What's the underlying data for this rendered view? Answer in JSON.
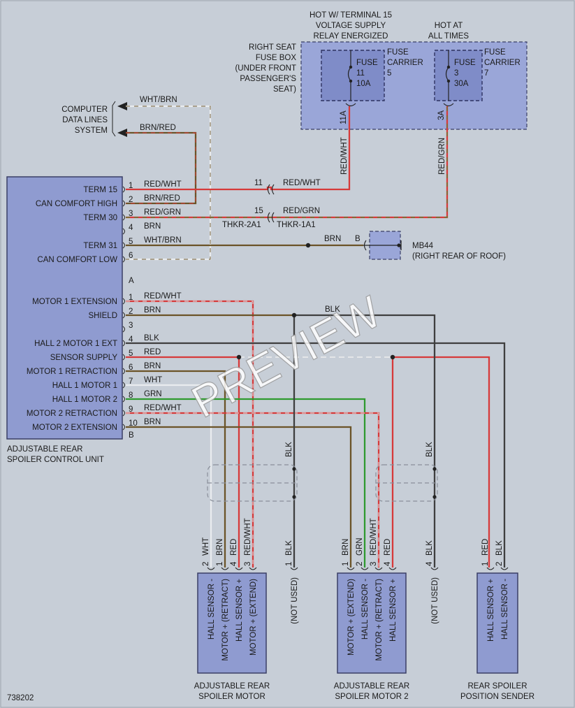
{
  "header": {
    "hot_t15": [
      "HOT W/ TERMINAL 15",
      "VOLTAGE SUPPLY",
      "RELAY ENERGIZED"
    ],
    "hot_all": [
      "HOT AT",
      "ALL TIMES"
    ]
  },
  "fuse_box": {
    "label": [
      "RIGHT SEAT",
      "FUSE BOX",
      "(UNDER FRONT",
      "PASSENGER'S",
      "SEAT)"
    ],
    "fuse1": {
      "lines": [
        "FUSE",
        "11",
        "10A"
      ],
      "carrier": [
        "FUSE",
        "CARRIER",
        "5"
      ],
      "pin": "11A"
    },
    "fuse2": {
      "lines": [
        "FUSE",
        "3",
        "30A"
      ],
      "carrier": [
        "FUSE",
        "CARRIER",
        "7"
      ],
      "pin": "3A"
    }
  },
  "data_lines": {
    "label": [
      "COMPUTER",
      "DATA LINES",
      "SYSTEM"
    ],
    "wire1": "WHT/BRN",
    "wire2": "BRN/RED"
  },
  "vertical_wires": {
    "fuse1": "RED/WHT",
    "fuse2": "RED/GRN"
  },
  "connectors": {
    "c1_pin": "11",
    "c1_wire": "RED/WHT",
    "c2_pin": "15",
    "c2_wire": "RED/GRN",
    "left_conn": "THKR-2A1",
    "right_conn": "THKR-1A1",
    "ground_wire": "BRN",
    "ground_pin": "B",
    "ground": [
      "MB44",
      "(RIGHT REAR OF ROOF)"
    ]
  },
  "control_unit": {
    "name": [
      "ADJUSTABLE REAR",
      "SPOILER CONTROL UNIT"
    ],
    "connA": {
      "terminals": [
        "TERM 15",
        "CAN COMFORT HIGH",
        "TERM 30",
        "",
        "TERM 31",
        "CAN COMFORT LOW"
      ],
      "pins": [
        "1",
        "2",
        "3",
        "4",
        "5",
        "6"
      ],
      "wires": [
        "RED/WHT",
        "BRN/RED",
        "RED/GRN",
        "BRN",
        "WHT/BRN",
        ""
      ],
      "letter": "A"
    },
    "connB": {
      "terminals": [
        "MOTOR 1 EXTENSION",
        "SHIELD",
        "",
        "HALL 2 MOTOR 1 EXT",
        "SENSOR SUPPLY",
        "MOTOR 1 RETRACTION",
        "HALL 1 MOTOR 1",
        "HALL 1 MOTOR 2",
        "MOTOR 2 RETRACTION",
        "MOTOR 2 EXTENSION"
      ],
      "pins": [
        "1",
        "2",
        "3",
        "4",
        "5",
        "6",
        "7",
        "8",
        "9",
        "10"
      ],
      "wires": [
        "RED/WHT",
        "BRN",
        "",
        "BLK",
        "RED",
        "BRN",
        "WHT",
        "GRN",
        "RED/WHT",
        "BRN"
      ],
      "letter": "B"
    }
  },
  "shield_wires": {
    "top": "BLK",
    "left_mid": "BLK",
    "right_mid": "BLK"
  },
  "motor1": {
    "name": [
      "ADJUSTABLE REAR",
      "SPOILER MOTOR"
    ],
    "pins": [
      "2",
      "1",
      "4",
      "3"
    ],
    "wires": [
      "WHT",
      "BRN",
      "RED",
      "RED/WHT"
    ],
    "labels": [
      "HALL SENSOR -",
      "MOTOR + (RETRACT)",
      "HALL SENSOR +",
      "MOTOR + (EXTEND)"
    ],
    "unused_pin": "1",
    "unused_wire": "BLK",
    "unused_label": "(NOT USED)"
  },
  "motor2": {
    "name": [
      "ADJUSTABLE REAR",
      "SPOILER MOTOR 2"
    ],
    "pins": [
      "1",
      "2",
      "3",
      "4"
    ],
    "wires": [
      "BRN",
      "GRN",
      "RED/WHT",
      "RED"
    ],
    "labels": [
      "MOTOR + (EXTEND)",
      "HALL SENSOR -",
      "MOTOR + (RETRACT)",
      "HALL SENSOR +"
    ],
    "unused_pin": "4",
    "unused_wire": "BLK",
    "unused_label": "(NOT USED)"
  },
  "sender": {
    "name": [
      "REAR SPOILER",
      "POSITION SENDER"
    ],
    "pins": [
      "1",
      "2"
    ],
    "wires": [
      "RED",
      "BLK"
    ],
    "labels": [
      "HALL SENSOR +",
      "HALL SENSOR -"
    ]
  },
  "figure_id": "738202",
  "watermark": "PREVIEW",
  "colors": {
    "red": "#d63a3a",
    "brown": "#6b5428",
    "white": "#e9ecef",
    "black": "#3f3f3f",
    "green": "#2f9a2f",
    "component_fill": "#8f9bd0"
  }
}
